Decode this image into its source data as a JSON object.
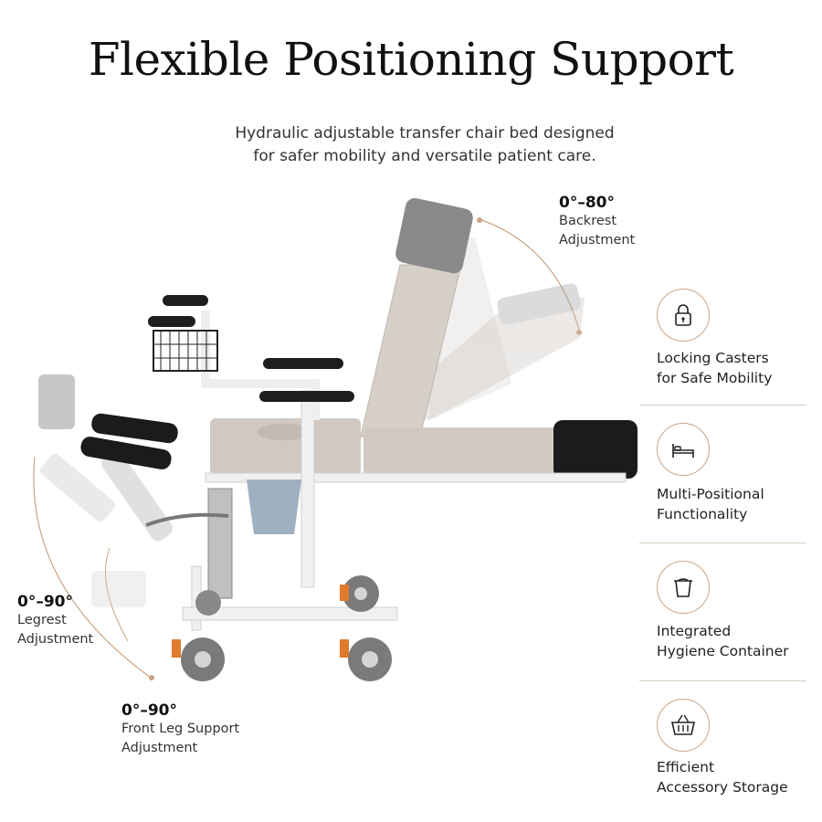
{
  "header": {
    "title": "Flexible Positioning Support",
    "subtitle": "Hydraulic adjustable transfer chair bed designed\nfor safer mobility and versatile patient care."
  },
  "annotations": {
    "backrest": {
      "degrees": "0°–80°",
      "label": "Backrest\nAdjustment"
    },
    "legrest": {
      "degrees": "0°–90°",
      "label": "Legrest\nAdjustment"
    },
    "front_leg": {
      "degrees": "0°–90°",
      "label": "Front Leg Support\nAdjustment"
    }
  },
  "features": [
    {
      "icon": "lock-icon",
      "label": "Locking Casters\nfor Safe Mobility"
    },
    {
      "icon": "bed-icon",
      "label": "Multi-Positional\nFunctionality"
    },
    {
      "icon": "bucket-icon",
      "label": "Integrated\nHygiene Container"
    },
    {
      "icon": "basket-icon",
      "label": "Efficient\nAccessory Storage"
    }
  ],
  "colors": {
    "accent": "#c9a585",
    "cushion": "#cdc6bf",
    "frame": "#f4f4f4",
    "dark": "#1b1b1b"
  }
}
